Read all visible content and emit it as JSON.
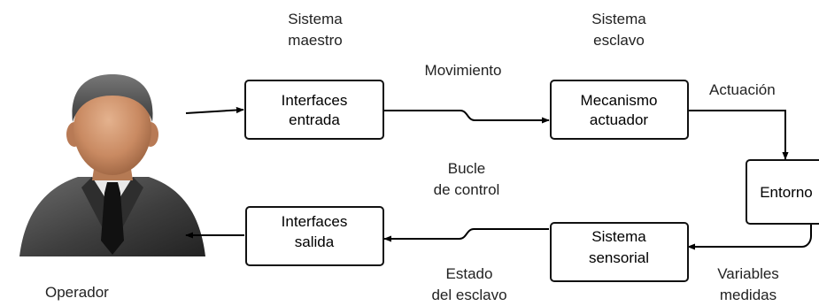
{
  "labels": {
    "master_system": [
      "Sistema",
      "maestro"
    ],
    "slave_system": [
      "Sistema",
      "esclavo"
    ],
    "movement": "Movimiento",
    "actuation": "Actuación",
    "control_loop": [
      "Bucle",
      "de control"
    ],
    "slave_state": [
      "Estado",
      "del esclavo"
    ],
    "measured_variables": [
      "Variables",
      "medidas"
    ],
    "operator": "Operador"
  },
  "boxes": {
    "input_interfaces": [
      "Interfaces",
      "entrada"
    ],
    "actuator_mechanism": [
      "Mecanismo",
      "actuador"
    ],
    "environment": [
      "Entorno"
    ],
    "sensor_system": [
      "Sistema",
      "sensorial"
    ],
    "output_interfaces": [
      "Interfaces",
      "salida"
    ]
  },
  "icons": {
    "operator": "operator-avatar-icon"
  },
  "colors": {
    "line": "#000000",
    "box_border": "#111111",
    "text": "#222222",
    "suit": "#4a4a4a",
    "skin": "#c98a62",
    "hair": "#555555",
    "tie": "#111111"
  }
}
